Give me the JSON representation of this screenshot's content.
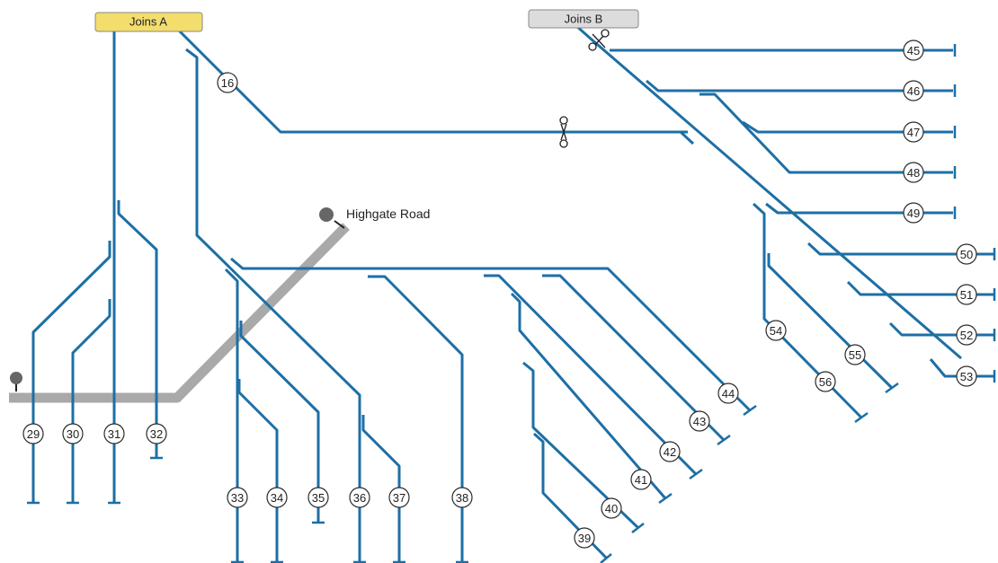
{
  "sources": [
    {
      "id": "A",
      "label": "Joins A",
      "color": "#f3dd6d"
    },
    {
      "id": "B",
      "label": "Joins B",
      "color": "#dcdcdc"
    }
  ],
  "road": {
    "label": "Highgate Road",
    "color": "#a9a9a9"
  },
  "line_color": "#1d6fa5",
  "feeder_labels": [
    "16",
    "29",
    "30",
    "31",
    "32",
    "33",
    "34",
    "35",
    "36",
    "37",
    "38",
    "39",
    "40",
    "41",
    "42",
    "43",
    "44",
    "45",
    "46",
    "47",
    "48",
    "49",
    "50",
    "51",
    "52",
    "53",
    "54",
    "55",
    "56"
  ]
}
